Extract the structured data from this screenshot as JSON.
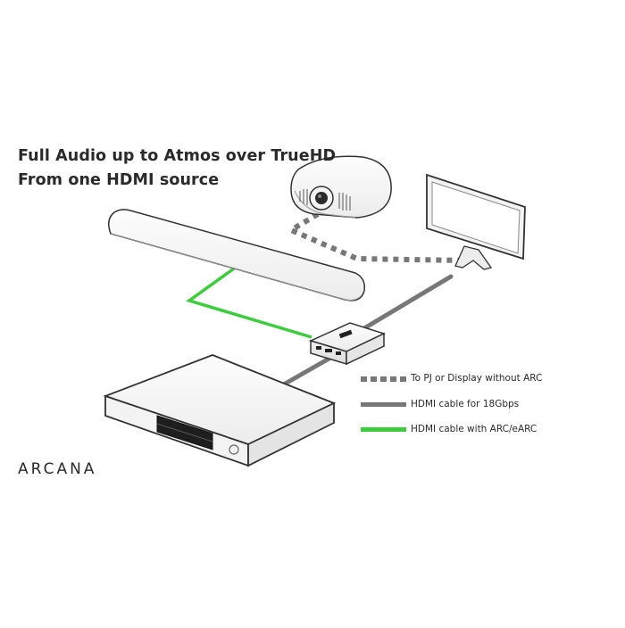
{
  "headline": {
    "line1": "Full Audio up to Atmos over TrueHD",
    "line2": "From one HDMI source"
  },
  "legend": [
    {
      "label": "To PJ or Display without ARC",
      "style": "dashed",
      "color": "#777777"
    },
    {
      "label": "HDMI cable for 18Gbps",
      "style": "solid",
      "color": "#777777"
    },
    {
      "label": "HDMI cable with ARC/eARC",
      "style": "solid",
      "color": "#3dcc3d"
    }
  ],
  "brand": {
    "logo_text": "ARCANA"
  },
  "colors": {
    "cable_grey": "#777777",
    "cable_green": "#3dcc3d",
    "device_fill": "#f7f7f7",
    "device_outline": "#333333",
    "text": "#2a2a2a"
  },
  "icons": [
    "projector-icon",
    "tv-display-icon",
    "soundbar-icon",
    "bluray-player-icon",
    "hdmi-adapter-icon"
  ]
}
